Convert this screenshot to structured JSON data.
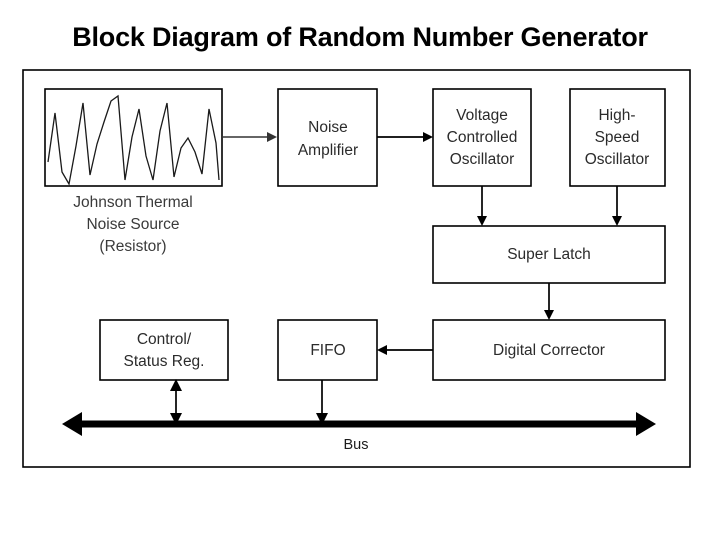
{
  "slide": {
    "title": "Block Diagram of Random Number Generator",
    "background_color": "#ffffff",
    "line_color": "#000000",
    "text_color": "#2b2b2b"
  },
  "diagram": {
    "frame_label": "diagram-frame",
    "blocks": {
      "noise_source": {
        "label": "",
        "caption_line1": "Johnson Thermal",
        "caption_line2": "Noise Source",
        "caption_line3": "(Resistor)"
      },
      "noise_amplifier": {
        "line1": "Noise",
        "line2": "Amplifier"
      },
      "vco": {
        "line1": "Voltage",
        "line2": "Controlled",
        "line3": "Oscillator"
      },
      "high_speed_oscillator": {
        "line1": "High-",
        "line2": "Speed",
        "line3": "Oscillator"
      },
      "super_latch": {
        "line1": "Super Latch"
      },
      "digital_corrector": {
        "line1": "Digital Corrector"
      },
      "fifo": {
        "line1": "FIFO"
      },
      "control_status_reg": {
        "line1": "Control/",
        "line2": "Status Reg."
      }
    },
    "bus": {
      "label": "Bus"
    }
  }
}
